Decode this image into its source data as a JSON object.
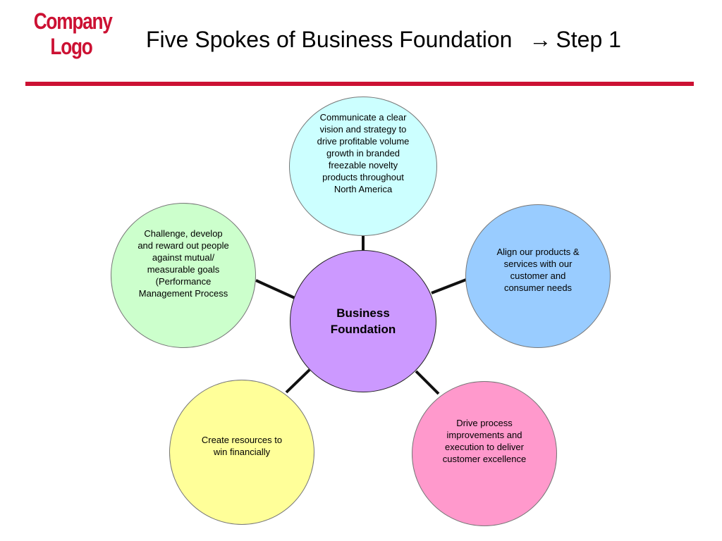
{
  "logo": {
    "line1": "Company",
    "line2": "Logo"
  },
  "title": {
    "main": "Five Spokes of Business Foundation",
    "arrow": "→",
    "step": "Step 1"
  },
  "diagram": {
    "center": "Business Foundation",
    "spokes": {
      "top": "Communicate a clear vision and strategy to drive profitable volume growth in branded freezable novelty products throughout North America",
      "right": "Align our products & services with our customer and consumer needs",
      "bottom_right": "Drive process improvements and execution to deliver customer excellence",
      "bottom_left": "Create resources to win financially",
      "left": "Challenge, develop and reward out people against mutual/ measurable goals (Performance Management Process"
    }
  },
  "colors": {
    "accent_red": "#cc1133",
    "center_fill": "#cc99ff",
    "top_fill": "#ccffff",
    "right_fill": "#99ccff",
    "bottom_right_fill": "#ff99cc",
    "bottom_left_fill": "#ffff99",
    "left_fill": "#ccffcc"
  }
}
